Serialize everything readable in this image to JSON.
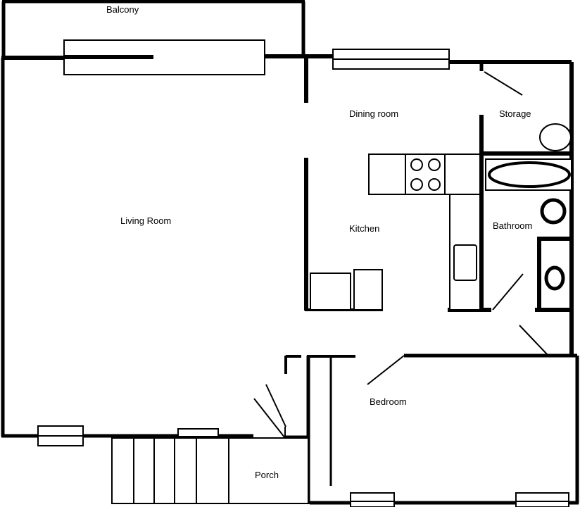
{
  "rooms": {
    "balcony": "Balcony",
    "living_room": "Living Room",
    "dining_room": "Dining room",
    "storage": "Storage",
    "kitchen": "Kitchen",
    "bathroom": "Bathroom",
    "bedroom": "Bedroom",
    "porch": "Porch"
  }
}
